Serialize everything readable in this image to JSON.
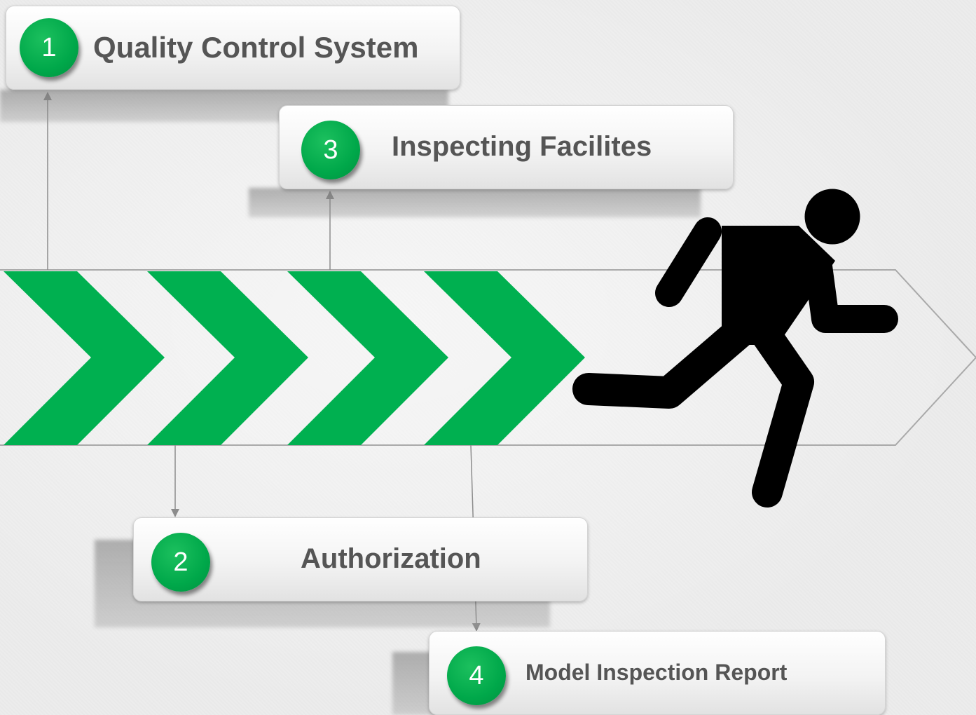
{
  "colors": {
    "accent_green": "#00b050",
    "runner": "#000000",
    "box_text": "#555555",
    "connector": "#8c8c8c"
  },
  "icons": [
    "chevron-arrow-icon",
    "running-man-icon"
  ],
  "steps": [
    {
      "number": "1",
      "label": "Quality Control  System"
    },
    {
      "number": "2",
      "label": "Authorization"
    },
    {
      "number": "3",
      "label": "Inspecting Facilites"
    },
    {
      "number": "4",
      "label": "Model Inspection Report"
    }
  ]
}
